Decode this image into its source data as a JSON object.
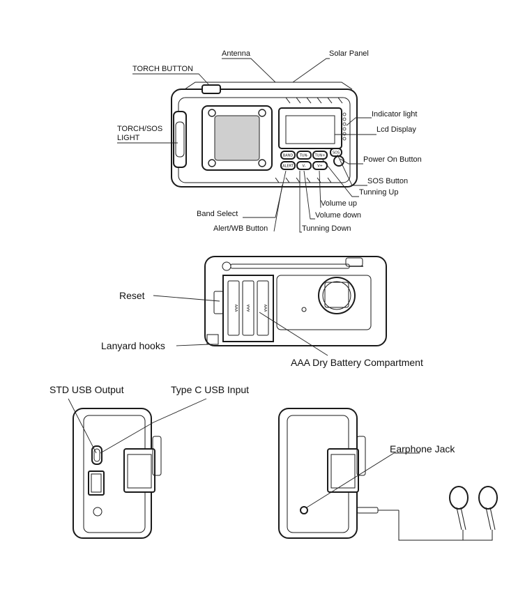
{
  "front_labels": {
    "antenna": "Antenna",
    "solar_panel": "Solar Panel",
    "torch_button": "TORCH BUTTON",
    "torch_sos_light_1": "TORCH/SOS",
    "torch_sos_light_2": "LIGHT",
    "indicator_light": "Indicator light",
    "lcd_display": "Lcd Display",
    "power_on_button": "Power On Button",
    "sos_button": "SOS Button",
    "tunning_up": "Tunning Up",
    "volume_up": "Volume up",
    "volume_down": "Volume down",
    "tunning_down": "Tunning Down",
    "band_select": "Band Select",
    "alert_wb_button": "Alert/WB Button"
  },
  "device_buttons": {
    "band": "BAND",
    "tun_down": "TUN-",
    "tun_up": "TUN+",
    "alert": "ALERT",
    "vol_down": "V-",
    "vol_up": "V+",
    "sos": "SOS"
  },
  "back_labels": {
    "reset": "Reset",
    "lanyard_hooks": "Lanyard hooks",
    "battery_compartment": "AAA Dry Battery Compartment",
    "battery_1": "AAA",
    "battery_2": "AAA",
    "battery_3": "AAA"
  },
  "side_labels": {
    "std_usb_output": "STD USB Output",
    "type_c_usb_input": "Type C  USB Input",
    "earphone_jack": "Earphone Jack"
  }
}
